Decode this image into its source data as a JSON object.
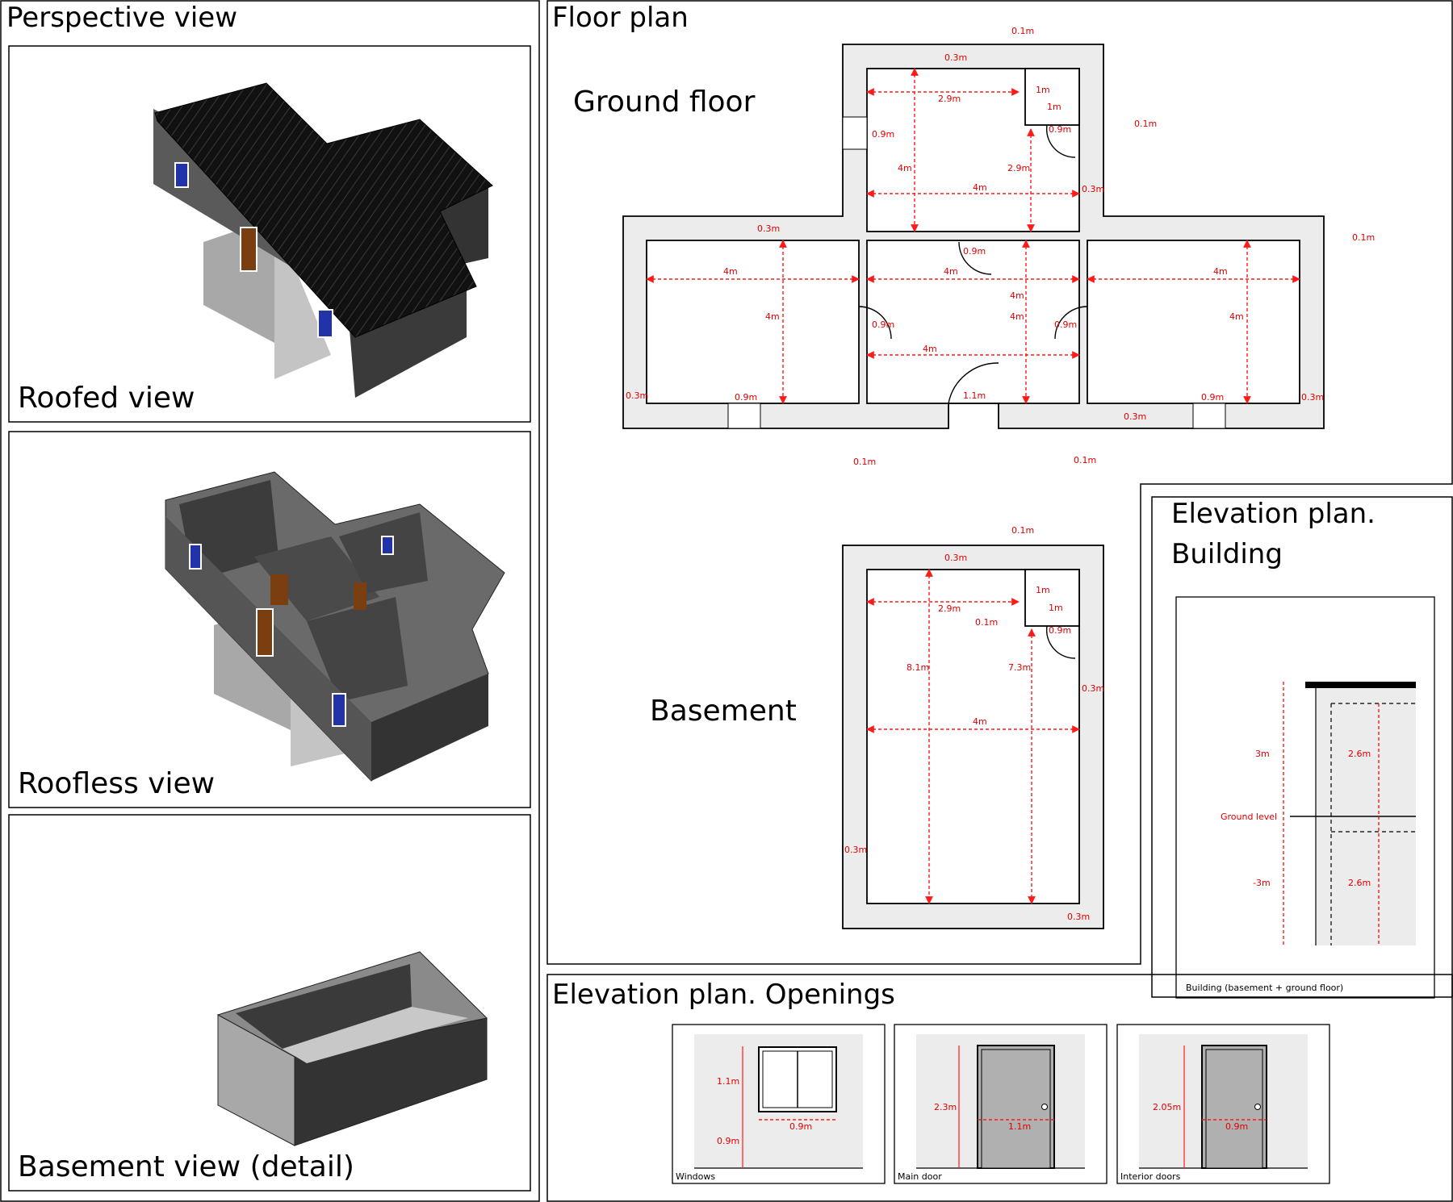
{
  "panels": {
    "perspective": {
      "title": "Perspective view",
      "views": [
        {
          "label": "Roofed view"
        },
        {
          "label": "Roofless view"
        },
        {
          "label": "Basement view (detail)"
        }
      ]
    },
    "floor_plan": {
      "title": "Floor plan",
      "ground_floor": {
        "label": "Ground floor",
        "dims": {
          "w03_top": "0.3m",
          "w01_top": "0.1m",
          "d29": "2.9m",
          "d1a": "1m",
          "d1b": "1m",
          "d09_bath": "0.9m",
          "d01_right": "0.1m",
          "d09_window": "0.9m",
          "d4_left": "4m",
          "d29_b": "2.9m",
          "d4_top": "4m",
          "d03_right": "0.3m",
          "d03_wing": "0.3m",
          "d09_door": "0.9m",
          "d01_far": "0.1m",
          "d4_w1": "4m",
          "d4_w2": "4m",
          "d4_w3": "4m",
          "d4_h1": "4m",
          "d4_h2": "4m",
          "d4_h3": "4m",
          "d4_h4": "4m",
          "d09_l": "0.9m",
          "d09_r": "0.9m",
          "d4_hall": "4m",
          "d03_l": "0.3m",
          "d09_wl": "0.9m",
          "d11": "1.1m",
          "d09_wr": "0.9m",
          "d03_r": "0.3m",
          "d03_b": "0.3m",
          "d01_bl": "0.1m",
          "d01_br": "0.1m"
        }
      },
      "basement": {
        "label": "Basement",
        "dims": {
          "w01": "0.1m",
          "w03": "0.3m",
          "d1a": "1m",
          "d1b": "1m",
          "d29": "2.9m",
          "d01": "0.1m",
          "d09": "0.9m",
          "d81": "8.1m",
          "d73": "7.3m",
          "d03_r": "0.3m",
          "d4": "4m",
          "d03_l": "0.3m",
          "d03_b": "0.3m"
        }
      }
    },
    "elevation_building": {
      "title_line1": "Elevation plan.",
      "title_line2": "Building",
      "dims": {
        "h_top": "3m",
        "ground": "Ground level",
        "h_bottom": "-3m",
        "in_top": "2.6m",
        "in_bottom": "2.6m"
      },
      "caption": "Building (basement + ground floor)"
    },
    "elevation_openings": {
      "title": "Elevation plan. Openings",
      "windows": {
        "caption": "Windows",
        "h": "1.1m",
        "sill": "0.9m",
        "w": "0.9m"
      },
      "main_door": {
        "caption": "Main door",
        "h": "2.3m",
        "w": "1.1m"
      },
      "interior_doors": {
        "caption": "Interior doors",
        "h": "2.05m",
        "w": "0.9m"
      }
    }
  }
}
